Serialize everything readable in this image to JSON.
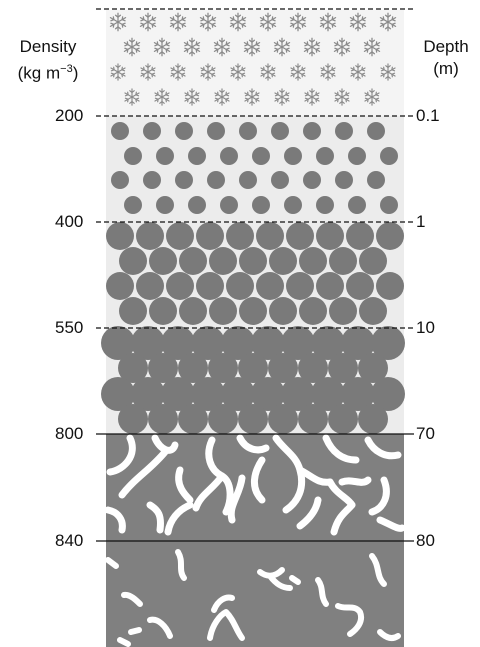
{
  "left_axis": {
    "title": "Density",
    "unit_prefix": "(kg m",
    "unit_exp": "−3",
    "unit_suffix": ")",
    "ticks": [
      "200",
      "400",
      "550",
      "800",
      "840"
    ]
  },
  "right_axis": {
    "title": "Depth",
    "unit": "(m)",
    "ticks": [
      "0.1",
      "1",
      "10",
      "70",
      "80"
    ]
  },
  "layers": [
    {
      "name": "snow",
      "depth_top_m": 0,
      "depth_bottom_m": 0.1,
      "density_kg_m3": null
    },
    {
      "name": "small-grains",
      "depth_top_m": 0.1,
      "depth_bottom_m": 1,
      "density_kg_m3": 200
    },
    {
      "name": "large-grains",
      "depth_top_m": 1,
      "depth_bottom_m": 10,
      "density_kg_m3": 400
    },
    {
      "name": "sintered-grains",
      "depth_top_m": 10,
      "depth_bottom_m": 70,
      "density_kg_m3": 550
    },
    {
      "name": "ice-connected-channels",
      "depth_top_m": 70,
      "depth_bottom_m": 80,
      "density_kg_m3": 800
    },
    {
      "name": "ice-isolated-bubbles",
      "depth_top_m": 80,
      "depth_bottom_m": null,
      "density_kg_m3": 840
    }
  ],
  "colors": {
    "column_light": "#ececec",
    "grain": "#7a7a7a",
    "ice": "#808080",
    "pore": "#ffffff",
    "snow": "#888888"
  }
}
